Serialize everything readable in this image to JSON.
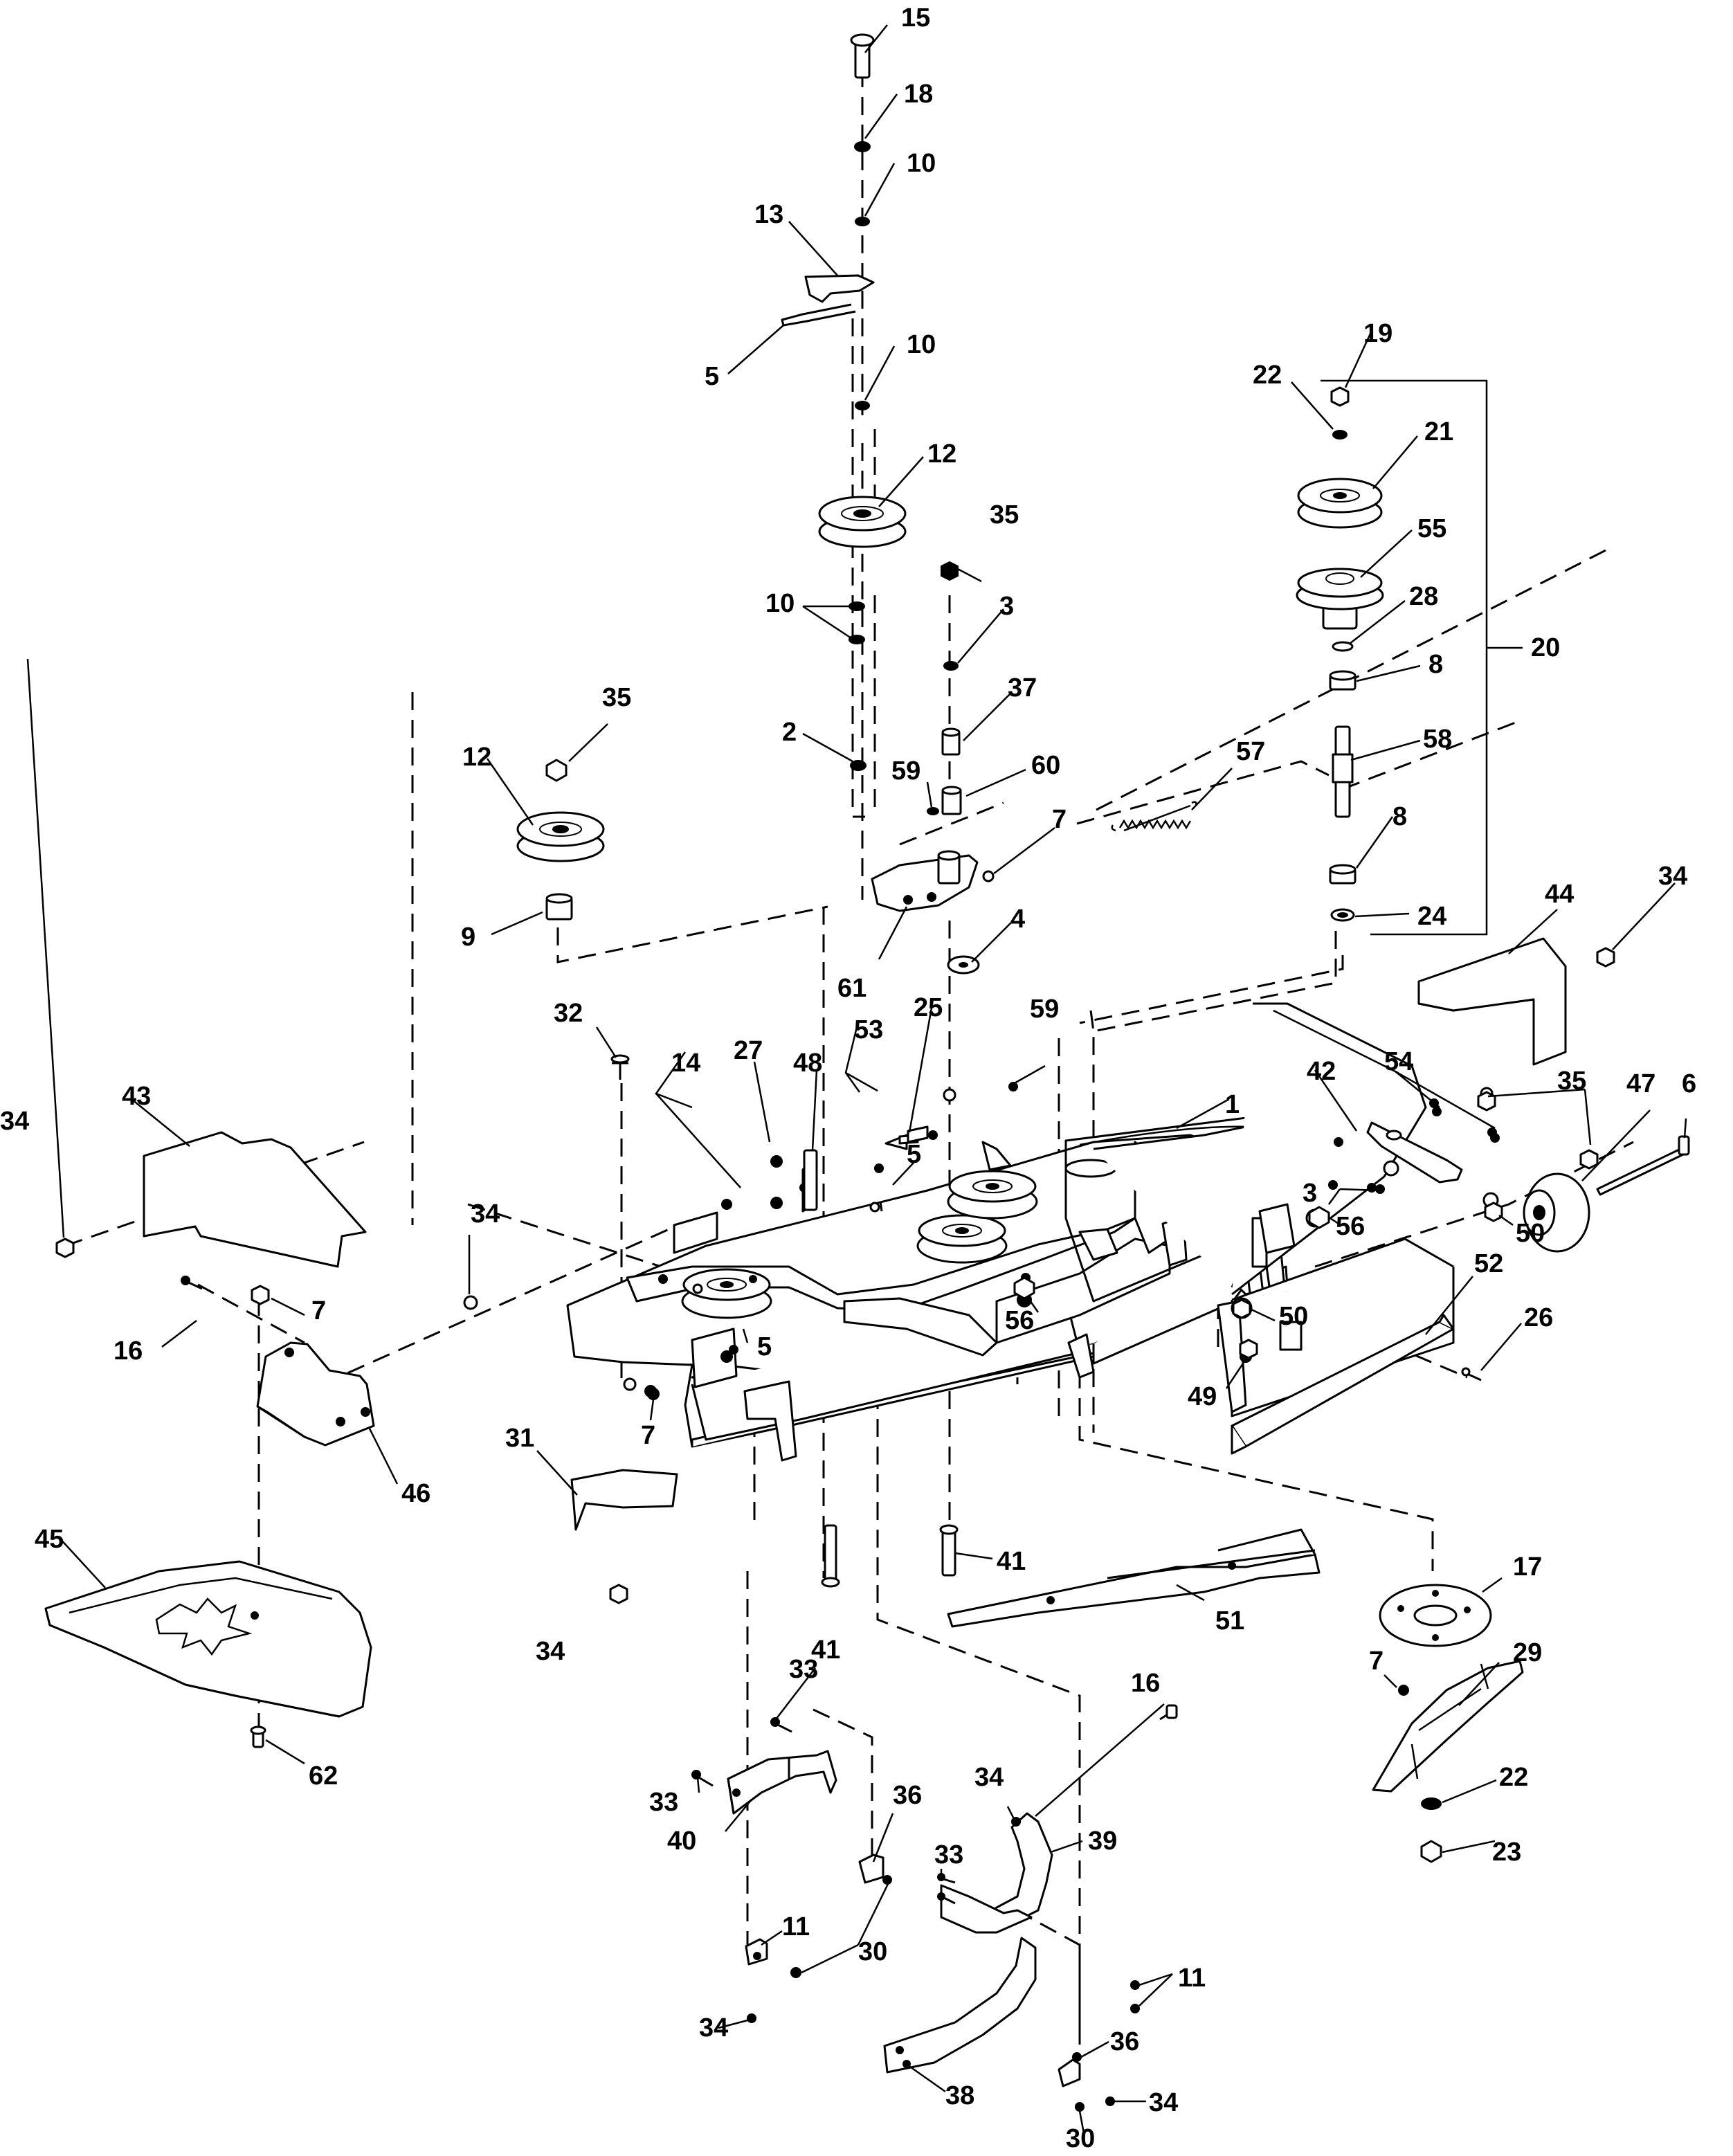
{
  "diagram": {
    "callouts": [
      {
        "id": "c15",
        "text": "15"
      },
      {
        "id": "c18",
        "text": "18"
      },
      {
        "id": "c10a",
        "text": "10"
      },
      {
        "id": "c13",
        "text": "13"
      },
      {
        "id": "c5a",
        "text": "5"
      },
      {
        "id": "c10b",
        "text": "10"
      },
      {
        "id": "c12a",
        "text": "12"
      },
      {
        "id": "c35a",
        "text": "35"
      },
      {
        "id": "c10c",
        "text": "10"
      },
      {
        "id": "c3a",
        "text": "3"
      },
      {
        "id": "c37",
        "text": "37"
      },
      {
        "id": "c2",
        "text": "2"
      },
      {
        "id": "c59a",
        "text": "59"
      },
      {
        "id": "c60",
        "text": "60"
      },
      {
        "id": "c7a",
        "text": "7"
      },
      {
        "id": "c4",
        "text": "4"
      },
      {
        "id": "c61",
        "text": "61"
      },
      {
        "id": "c35b",
        "text": "35"
      },
      {
        "id": "c12b",
        "text": "12"
      },
      {
        "id": "c9",
        "text": "9"
      },
      {
        "id": "c19",
        "text": "19"
      },
      {
        "id": "c22a",
        "text": "22"
      },
      {
        "id": "c21",
        "text": "21"
      },
      {
        "id": "c55",
        "text": "55"
      },
      {
        "id": "c28",
        "text": "28"
      },
      {
        "id": "c8a",
        "text": "8"
      },
      {
        "id": "c20",
        "text": "20"
      },
      {
        "id": "c58",
        "text": "58"
      },
      {
        "id": "c8b",
        "text": "8"
      },
      {
        "id": "c24",
        "text": "24"
      },
      {
        "id": "c57",
        "text": "57"
      },
      {
        "id": "c44",
        "text": "44"
      },
      {
        "id": "c34a",
        "text": "34"
      },
      {
        "id": "c32",
        "text": "32"
      },
      {
        "id": "c25",
        "text": "25"
      },
      {
        "id": "c59b",
        "text": "59"
      },
      {
        "id": "c48",
        "text": "48"
      },
      {
        "id": "c53",
        "text": "53"
      },
      {
        "id": "c27",
        "text": "27"
      },
      {
        "id": "c14",
        "text": "14"
      },
      {
        "id": "c43",
        "text": "43"
      },
      {
        "id": "c34b",
        "text": "34"
      },
      {
        "id": "c1",
        "text": "1"
      },
      {
        "id": "c42",
        "text": "42"
      },
      {
        "id": "c54",
        "text": "54"
      },
      {
        "id": "c35c",
        "text": "35"
      },
      {
        "id": "c47",
        "text": "47"
      },
      {
        "id": "c6",
        "text": "6"
      },
      {
        "id": "c3b",
        "text": "3"
      },
      {
        "id": "c56a",
        "text": "56"
      },
      {
        "id": "c50a",
        "text": "50"
      },
      {
        "id": "c5b",
        "text": "5"
      },
      {
        "id": "c34c",
        "text": "34"
      },
      {
        "id": "c7b",
        "text": "7"
      },
      {
        "id": "c16a",
        "text": "16"
      },
      {
        "id": "c56b",
        "text": "56"
      },
      {
        "id": "c50b",
        "text": "50"
      },
      {
        "id": "c52",
        "text": "52"
      },
      {
        "id": "c26",
        "text": "26"
      },
      {
        "id": "c5c",
        "text": "5"
      },
      {
        "id": "c49",
        "text": "49"
      },
      {
        "id": "c46",
        "text": "46"
      },
      {
        "id": "c7c",
        "text": "7"
      },
      {
        "id": "c31",
        "text": "31"
      },
      {
        "id": "c45",
        "text": "45"
      },
      {
        "id": "c41a",
        "text": "41"
      },
      {
        "id": "c17",
        "text": "17"
      },
      {
        "id": "c51",
        "text": "51"
      },
      {
        "id": "c34d",
        "text": "34"
      },
      {
        "id": "c41b",
        "text": "41"
      },
      {
        "id": "c7d",
        "text": "7"
      },
      {
        "id": "c29",
        "text": "29"
      },
      {
        "id": "c62",
        "text": "62"
      },
      {
        "id": "c33a",
        "text": "33"
      },
      {
        "id": "c16b",
        "text": "16"
      },
      {
        "id": "c22b",
        "text": "22"
      },
      {
        "id": "c33b",
        "text": "33"
      },
      {
        "id": "c40",
        "text": "40"
      },
      {
        "id": "c36a",
        "text": "36"
      },
      {
        "id": "c34e",
        "text": "34"
      },
      {
        "id": "c39",
        "text": "39"
      },
      {
        "id": "c23",
        "text": "23"
      },
      {
        "id": "c33c",
        "text": "33"
      },
      {
        "id": "c11a",
        "text": "11"
      },
      {
        "id": "c30a",
        "text": "30"
      },
      {
        "id": "c11b",
        "text": "11"
      },
      {
        "id": "c34f",
        "text": "34"
      },
      {
        "id": "c36b",
        "text": "36"
      },
      {
        "id": "c38",
        "text": "38"
      },
      {
        "id": "c34g",
        "text": "34"
      },
      {
        "id": "c30b",
        "text": "30"
      }
    ]
  }
}
